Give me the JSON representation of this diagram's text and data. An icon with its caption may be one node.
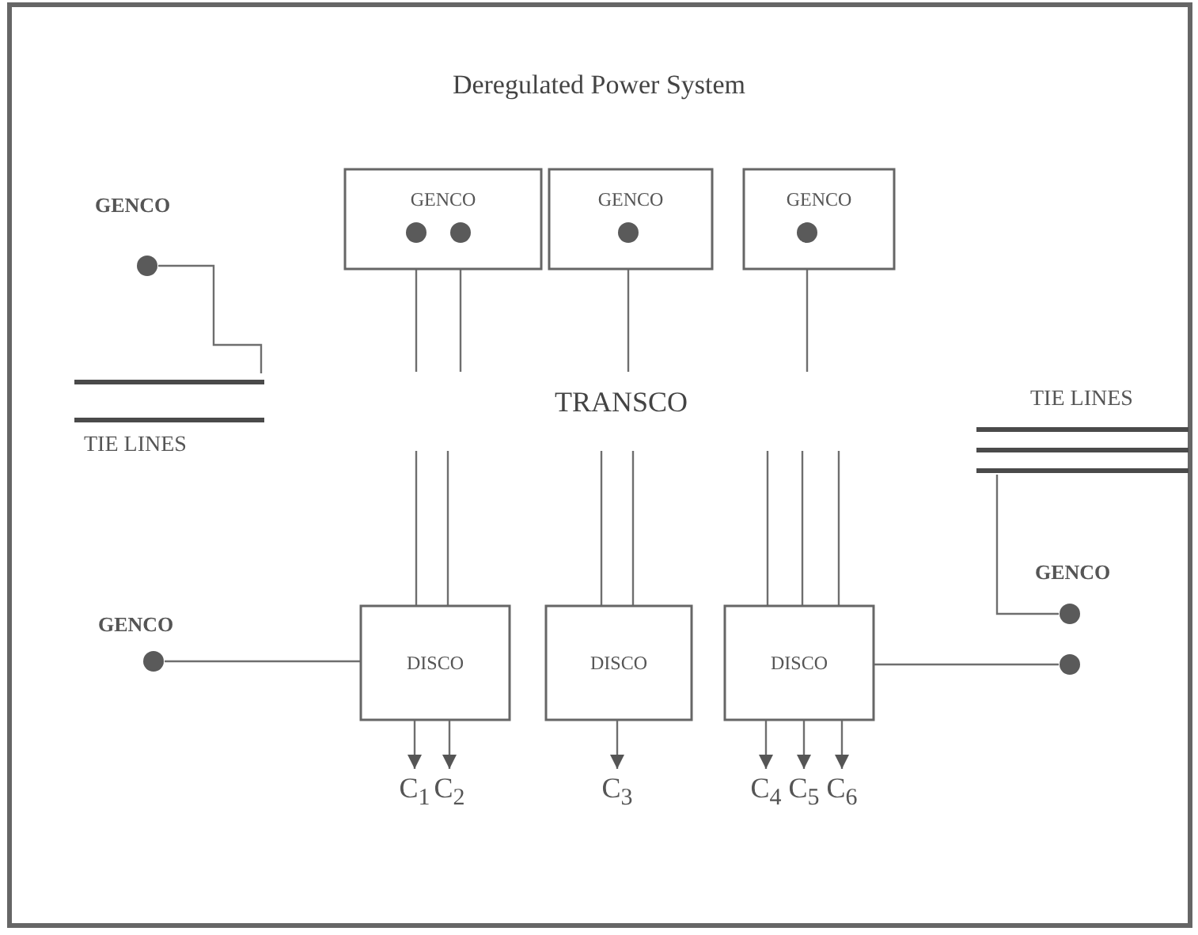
{
  "diagram": {
    "title": "Deregulated Power System",
    "nodes": [
      {
        "text": [
          "GENCO"
        ]
      },
      {
        "text": [
          "GENCO"
        ]
      },
      {
        "text": [
          "GENCO"
        ]
      },
      {
        "text": [
          "GENCO"
        ]
      },
      {
        "text": [
          "TIE LINES"
        ]
      },
      {
        "text": [
          "TIE LINES"
        ]
      },
      {
        "text": [
          "GENCO"
        ]
      },
      {
        "text": [
          "GENCO"
        ]
      },
      {
        "text": [
          "DISCO"
        ]
      },
      {
        "text": [
          "DISCO"
        ]
      },
      {
        "text": [
          "DISCO"
        ]
      },
      {
        "text": [],
        "shape": "circle"
      },
      {
        "text": [
          "C$_{1}$"
        ]
      },
      {
        "text": [
          "C$_{2}$"
        ]
      },
      {
        "text": [
          "C$_{3}$"
        ]
      },
      {
        "text": [
          "C$_{4}$"
        ]
      },
      {
        "text": [
          "C$_{5}$"
        ]
      },
      {
        "text": [
          "C$_{6}$"
        ]
      }
    ],
    "edges": [
      {
        "from": 0,
        "to": 4,
        "arrow": "none"
      },
      {
        "from": 1,
        "to": null,
        "arrow": "none"
      },
      {
        "from": 1,
        "to": null,
        "arrow": "none"
      },
      {
        "from": 2,
        "to": null,
        "arrow": "none"
      },
      {
        "from": 3,
        "to": null,
        "arrow": "none"
      },
      {
        "from": null,
        "to": 8,
        "arrow": "none"
      },
      {
        "from": null,
        "to": 8,
        "arrow": "none"
      },
      {
        "from": null,
        "to": 9,
        "arrow": "none"
      },
      {
        "from": null,
        "to": 9,
        "arrow": "none"
      },
      {
        "from": null,
        "to": 10,
        "arrow": "none"
      },
      {
        "from": null,
        "to": 10,
        "arrow": "none"
      },
      {
        "from": null,
        "to": 10,
        "arrow": "none"
      },
      {
        "from": 5,
        "to": 6,
        "arrow": "none"
      },
      {
        "from": 7,
        "to": 8,
        "arrow": "none"
      },
      {
        "from": 10,
        "to": 11,
        "arrow": "none"
      },
      {
        "from": 8,
        "to": 12,
        "arrow": "to"
      },
      {
        "from": 8,
        "to": 13,
        "arrow": "to"
      },
      {
        "from": 9,
        "to": 14,
        "arrow": "to"
      },
      {
        "from": 10,
        "to": 15,
        "arrow": "to"
      },
      {
        "from": 10,
        "to": 16,
        "arrow": "to"
      },
      {
        "from": 10,
        "to": 17,
        "arrow": "to"
      }
    ],
    "labels": [
      "TRANSCO"
    ]
  }
}
